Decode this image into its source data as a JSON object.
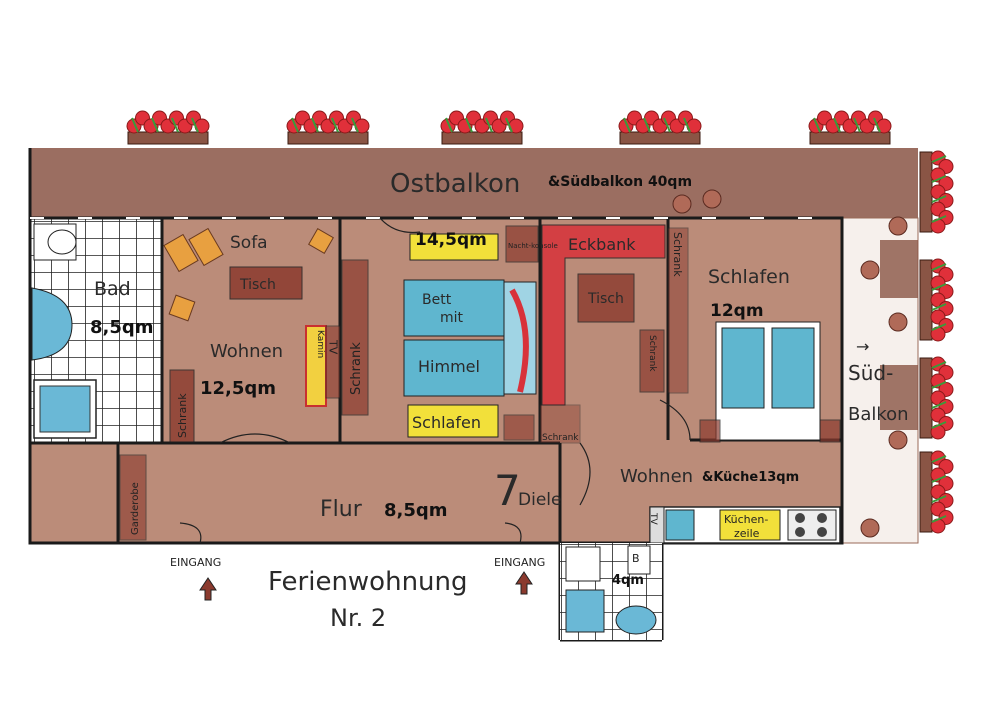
{
  "colors": {
    "wall": "#1a1a1a",
    "floor": "#a8765e",
    "balcony": "#8a5545",
    "furniture": "#8b3a2e",
    "red_furniture": "#d8323a",
    "bed_blue": "#5fb6cf",
    "highlight_yellow": "#f2e03a",
    "flower_red": "#e0303a",
    "leaf_green": "#3a9a3a",
    "tile_white": "#ffffff"
  },
  "balcony": {
    "ost_label": "Ostbalkon",
    "area_label": "&Südbalkon 40qm",
    "sued_arrow": "→",
    "sued_label_1": "Süd-",
    "sued_label_2": "Balkon"
  },
  "rooms": {
    "bad": {
      "label": "Bad",
      "area": "8,5qm"
    },
    "wohnen": {
      "label": "Wohnen",
      "area": "12,5qm",
      "sofa": "Sofa",
      "tisch": "Tisch",
      "tv": "TV",
      "kamin": "Kamin",
      "schrank": "Schrank"
    },
    "schlafen1": {
      "area": "14,5qm",
      "nachtkonsole": "Nacht-konsole",
      "bett_1": "Bett",
      "bett_2": "mit",
      "bett_3": "Himmel",
      "label": "Schlafen",
      "schrank": "Schrank"
    },
    "eck": {
      "eckbank": "Eckbank",
      "tisch": "Tisch",
      "schrank": "Schrank",
      "schrank2": "Schrank"
    },
    "schlafen2": {
      "label": "Schlafen",
      "area": "12qm"
    },
    "wohnkueche": {
      "label": "Wohnen",
      "area": "&Küche13qm",
      "kueche_1": "Küchen-",
      "kueche_2": "zeile",
      "tv": "TV"
    },
    "flur": {
      "label": "Flur",
      "area": "8,5qm",
      "garderobe": "Garderobe"
    },
    "diele": {
      "label": "Diele",
      "schrank": "Schrank"
    },
    "wc": {
      "area": "4qm",
      "b": "B"
    }
  },
  "entrances": {
    "label_1": "EINGANG",
    "label_2": "EINGANG"
  },
  "caption": {
    "line_1": "Ferienwohnung",
    "line_2": "Nr. 2"
  }
}
